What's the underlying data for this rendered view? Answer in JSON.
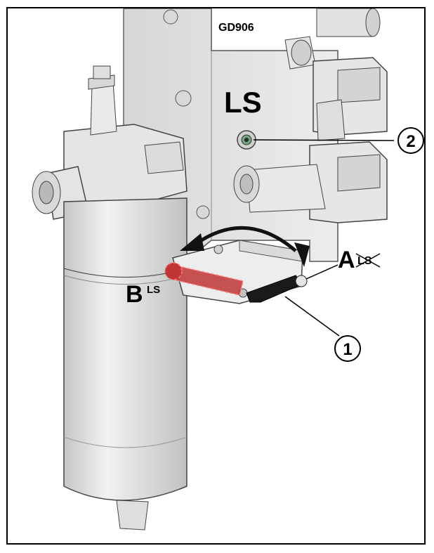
{
  "figure": {
    "block_code": "GD906",
    "ls_label": "LS",
    "position_b_letter": "B",
    "position_b_sub": "LS",
    "position_a_letter": "A",
    "position_a_sub": "LS",
    "callout_1": "1",
    "callout_2": "2"
  },
  "colors": {
    "metal": "#e3e6e4",
    "metal_shade": "#c9ccca",
    "outline": "#3a3a3a",
    "lever": "#1a1a1a",
    "highlight_red": "#d64545",
    "port_green": "#6fa382"
  }
}
